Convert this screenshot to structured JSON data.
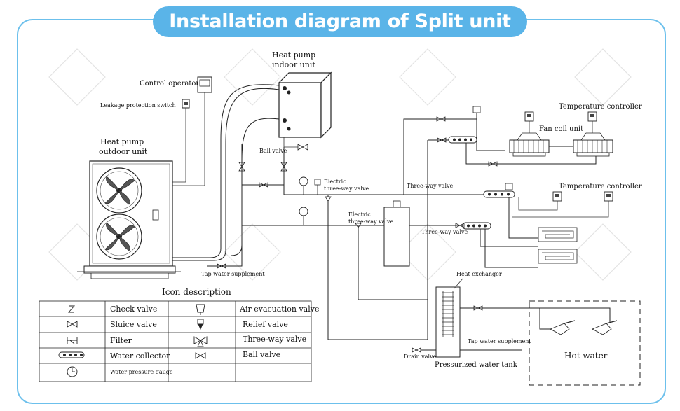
{
  "title": "Installation diagram of Split unit",
  "labels": {
    "indoor_unit_1": "Heat pump",
    "indoor_unit_2": "indoor unit",
    "outdoor_unit_1": "Heat pump",
    "outdoor_unit_2": "outdoor unit",
    "control_operator": "Control operator",
    "leakage_switch": "Leakage protection switch",
    "ball_valve": "Ball valve",
    "electric_3way_1a": "Electric",
    "electric_3way_1b": "three-way valve",
    "electric_3way_2a": "Electric",
    "electric_3way_2b": "three-way valve",
    "three_way_valve_1": "Three-way valve",
    "three_way_valve_2": "Three-way valve",
    "temp_controller_1": "Temperature controller",
    "temp_controller_2": "Temperature controller",
    "fan_coil_unit": "Fan coil unit",
    "heat_exchanger": "Heat exchanger",
    "tap_water_supplement_1": "Tap water supplement",
    "tap_water_supplement_2": "Tap water supplement",
    "drain_valve": "Drain valve",
    "pressurized_tank": "Pressurized water tank",
    "hot_water": "Hot water"
  },
  "legend": {
    "heading": "Icon description",
    "rows": [
      {
        "left_icon": "check-valve-icon",
        "left": "Check valve",
        "right_icon": "air-evacuation-valve-icon",
        "right": "Air evacuation valve"
      },
      {
        "left_icon": "sluice-valve-icon",
        "left": "Sluice valve",
        "right_icon": "relief-valve-icon",
        "right": "Relief valve"
      },
      {
        "left_icon": "filter-icon",
        "left": "Filter",
        "right_icon": "three-way-valve-icon",
        "right": "Three-way valve"
      },
      {
        "left_icon": "water-collector-icon",
        "left": "Water collector",
        "right_icon": "ball-valve-icon",
        "right": "Ball valve"
      },
      {
        "left_icon": "water-pressure-gauge-icon",
        "left": "Water pressure gauge",
        "right_icon": "",
        "right": ""
      }
    ]
  },
  "colors": {
    "accent": "#5ab4e8",
    "frame": "#6cc0ec",
    "line": "#222222"
  }
}
